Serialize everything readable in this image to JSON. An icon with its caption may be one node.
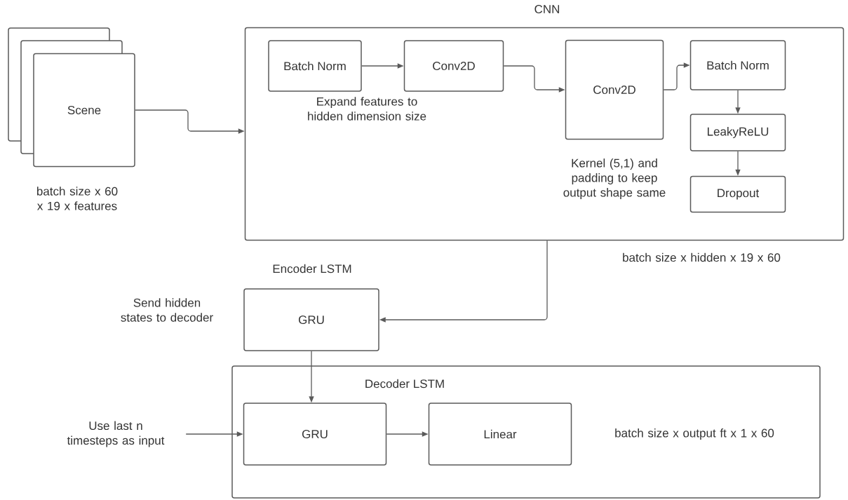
{
  "diagram": {
    "nodes": [
      {
        "text": [
          "Scene"
        ],
        "beside": [
          "batch size x 60 x 19 x features"
        ]
      },
      {
        "text": [
          "CNN"
        ],
        "beside": [
          "batch size x hidden x 19 x 60"
        ]
      },
      {
        "text": [
          "Batch Norm"
        ],
        "in": 1
      },
      {
        "text": [
          "Conv2D"
        ],
        "in": 1
      },
      {
        "text": [
          "Conv2D"
        ],
        "in": 1
      },
      {
        "text": [
          "Batch Norm"
        ],
        "in": 1
      },
      {
        "text": [
          "LeakyReLU"
        ],
        "in": 1
      },
      {
        "text": [
          "Dropout"
        ],
        "in": 1
      },
      {
        "text": [
          "Encoder LSTM",
          "GRU"
        ]
      },
      {
        "text": [
          "Decoder LSTM"
        ]
      },
      {
        "text": [
          "GRU"
        ],
        "in": 9
      },
      {
        "text": [
          "Linear"
        ],
        "in": 9
      },
      {
        "text": [
          "Use last n timesteps as input"
        ]
      }
    ],
    "edges": [
      {
        "from": 0,
        "to": 1,
        "arrow": "to"
      },
      {
        "from": 2,
        "to": 3,
        "arrow": "to"
      },
      {
        "from": 3,
        "to": 4,
        "arrow": "to"
      },
      {
        "from": 4,
        "to": 5,
        "arrow": "to"
      },
      {
        "from": 5,
        "to": 6,
        "arrow": "to"
      },
      {
        "from": 6,
        "to": 7,
        "arrow": "to"
      },
      {
        "from": 1,
        "to": 8,
        "arrow": "to"
      },
      {
        "from": 8,
        "to": 10,
        "arrow": "to"
      },
      {
        "from": 12,
        "to": 10,
        "arrow": "to"
      },
      {
        "from": 10,
        "to": 11,
        "arrow": "to"
      }
    ],
    "labels": [
      "Expand features to hidden dimension size",
      "Kernel (5,1) and padding to keep output shape same",
      "Send hidden states to decoder",
      "batch size x output ft x 1 x 60"
    ]
  }
}
